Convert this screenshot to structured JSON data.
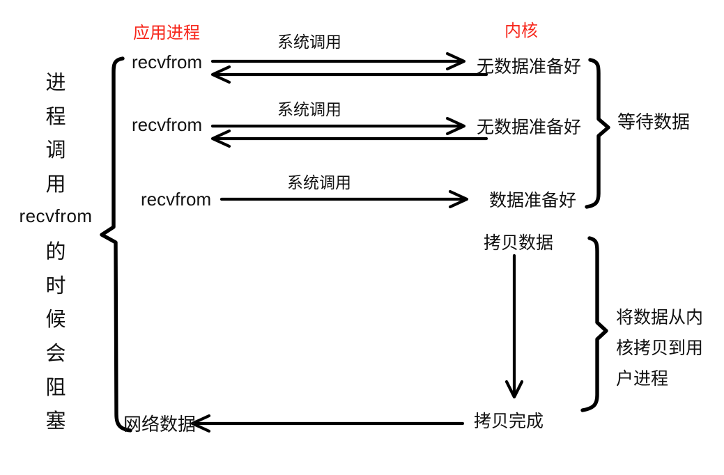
{
  "palette": {
    "text": "#111111",
    "accent_red": "#f7271c",
    "line_black": "#000000"
  },
  "headers": {
    "app_process": "应用进程",
    "kernel": "内核"
  },
  "left_caption": {
    "text": "进程调用recvfrom的时候会阻塞",
    "chars": [
      "进",
      "程",
      "调",
      "用",
      "recvfrom",
      "的",
      "时",
      "候",
      "会",
      "阻",
      "塞"
    ]
  },
  "calls": [
    {
      "caller": "recvfrom",
      "arrow_label": "系统调用",
      "kernel_result": "无数据准备好"
    },
    {
      "caller": "recvfrom",
      "arrow_label": "系统调用",
      "kernel_result": "无数据准备好"
    },
    {
      "caller": "recvfrom",
      "arrow_label": "系统调用",
      "kernel_result": "数据准备好"
    }
  ],
  "wait_phase": {
    "label": "等待数据"
  },
  "copy_phase": {
    "start": "拷贝数据",
    "done": "拷贝完成",
    "side_note": "将数据从内核拷贝到用户进程",
    "side_note_lines": [
      "将数据从内",
      "核拷贝到用",
      "户进程"
    ]
  },
  "bottom": {
    "network_data": "网络数据"
  }
}
